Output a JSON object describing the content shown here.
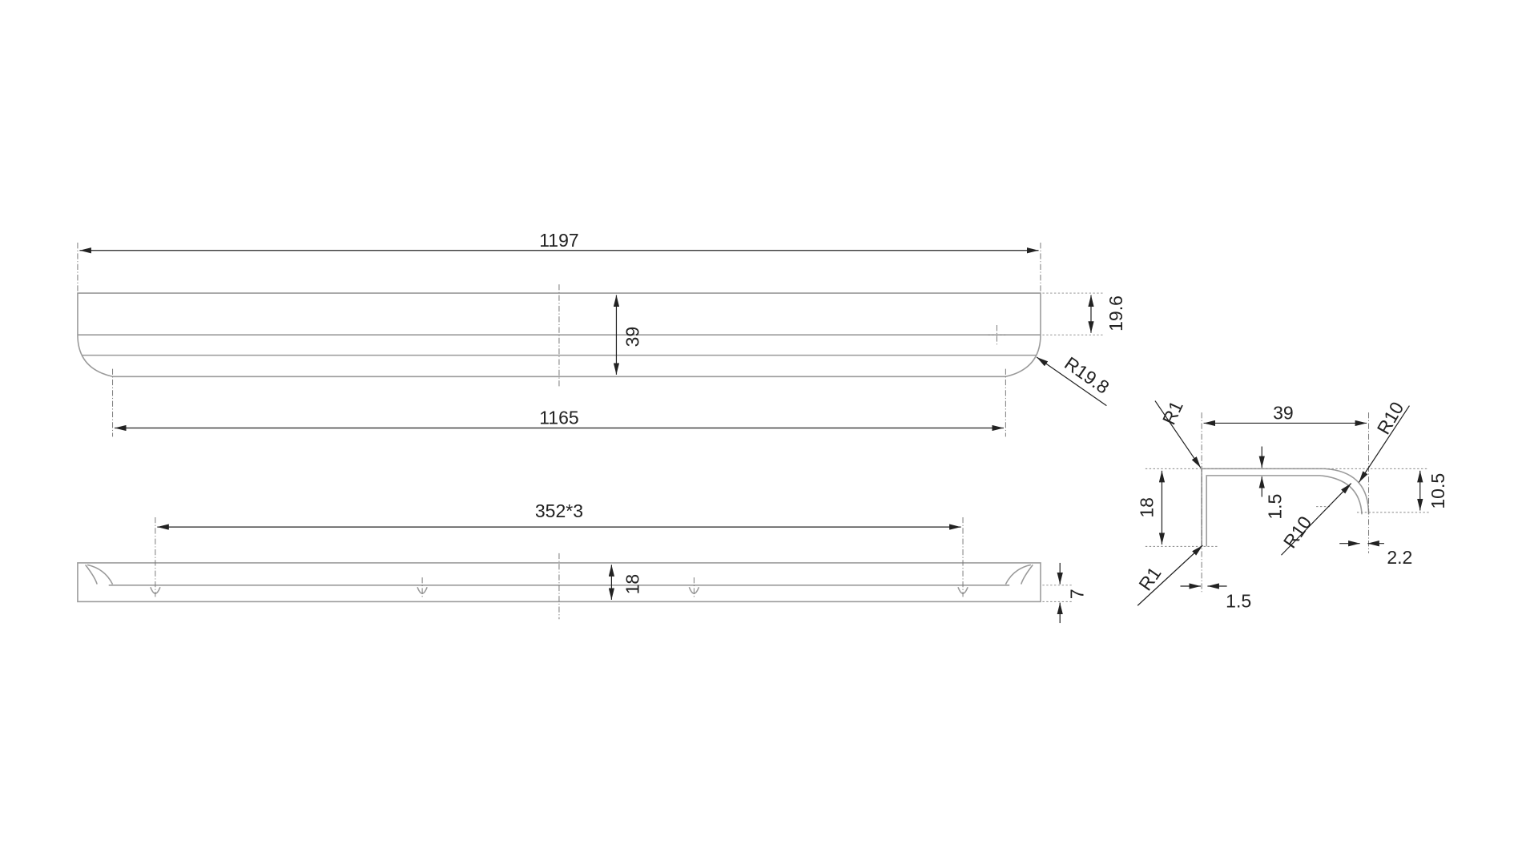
{
  "drawing": {
    "top_view": {
      "overall_length": "1197",
      "hole_span": "1165",
      "height": "39",
      "offset": "19.6",
      "corner_radius": "R19.8"
    },
    "front_view": {
      "hole_pitch": "352*3",
      "height": "18",
      "lip": "7"
    },
    "profile": {
      "width": "39",
      "height": "18",
      "top_radius": "R1",
      "bottom_radius": "R1",
      "outer_radius": "R10",
      "inner_radius": "R10",
      "drop": "10.5",
      "top_thickness": "1.5",
      "side_thickness": "1.5",
      "lip_thickness": "2.2"
    }
  }
}
